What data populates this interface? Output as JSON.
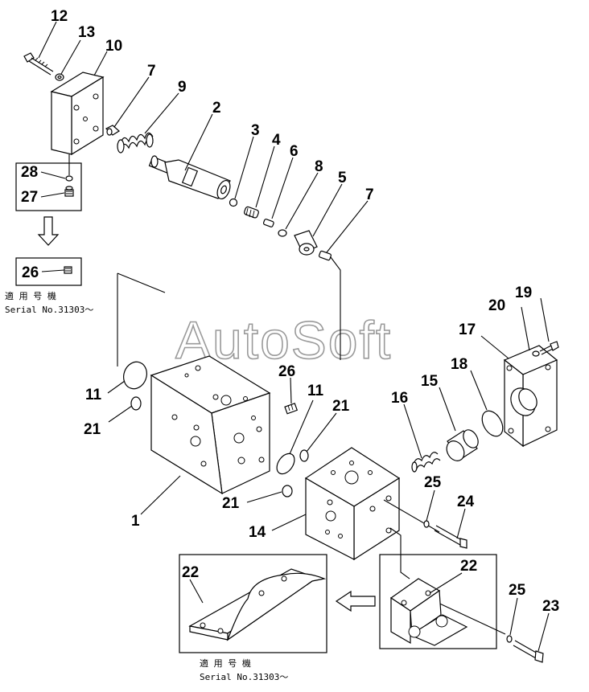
{
  "watermark": "AutoSoft",
  "serial_note_top": {
    "line1": "適 用 号 機",
    "line2": "Serial No.31303～"
  },
  "serial_note_bottom": {
    "line1": "適 用 号 機",
    "line2": "Serial No.31303～"
  },
  "callouts": {
    "c12": "12",
    "c13": "13",
    "c10": "10",
    "c7a": "7",
    "c9": "9",
    "c2": "2",
    "c3": "3",
    "c4": "4",
    "c6": "6",
    "c8": "8",
    "c5": "5",
    "c7b": "7",
    "c28": "28",
    "c27": "27",
    "c26a": "26",
    "c19": "19",
    "c20": "20",
    "c17": "17",
    "c18": "18",
    "c15": "15",
    "c16": "16",
    "c11a": "11",
    "c21a": "21",
    "c26b": "26",
    "c11b": "11",
    "c21b": "21",
    "c1": "1",
    "c21c": "21",
    "c14": "14",
    "c25a": "25",
    "c24": "24",
    "c22a": "22",
    "c22b": "22",
    "c25b": "25",
    "c23": "23"
  }
}
